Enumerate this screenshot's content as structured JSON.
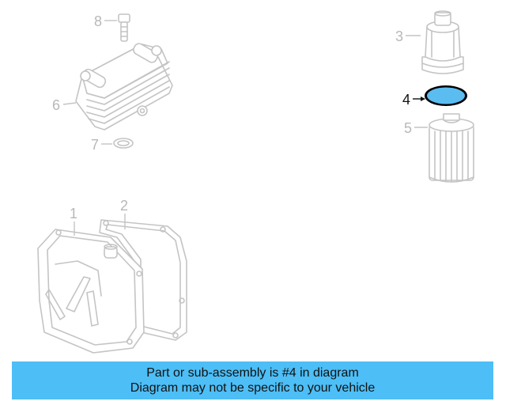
{
  "diagram": {
    "callouts": [
      {
        "id": "1",
        "label": "1",
        "highlighted": false
      },
      {
        "id": "2",
        "label": "2",
        "highlighted": false
      },
      {
        "id": "3",
        "label": "3",
        "highlighted": false
      },
      {
        "id": "4",
        "label": "4",
        "highlighted": true
      },
      {
        "id": "5",
        "label": "5",
        "highlighted": false
      },
      {
        "id": "6",
        "label": "6",
        "highlighted": false
      },
      {
        "id": "7",
        "label": "7",
        "highlighted": false
      },
      {
        "id": "8",
        "label": "8",
        "highlighted": false
      }
    ],
    "highlight_color": "#5bbcf0",
    "part_stroke_color": "#c4c4c4"
  },
  "banner": {
    "line1": "Part or sub-assembly is #4 in diagram",
    "line2": "Diagram may not be specific to your vehicle",
    "background": "#4dbef6"
  }
}
